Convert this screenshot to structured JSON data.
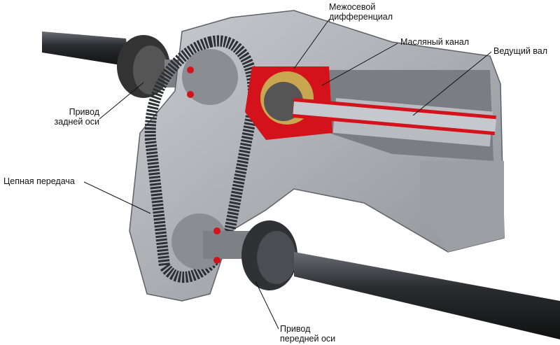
{
  "labels": {
    "center_diff_line1": "Межосевой",
    "center_diff_line2": "дифференциал",
    "oil_channel": "Масляный канал",
    "drive_shaft": "Ведущий вал",
    "rear_drive_line1": "Привод",
    "rear_drive_line2": "задней оси",
    "chain_drive": "Цепная передача",
    "front_drive_line1": "Привод",
    "front_drive_line2": "передней оси"
  },
  "colors": {
    "housing": "#a9adb2",
    "housing_dark": "#6f7479",
    "shaft": "#2b2d30",
    "cutaway_red": "#d3121b",
    "gold": "#c9a650"
  }
}
